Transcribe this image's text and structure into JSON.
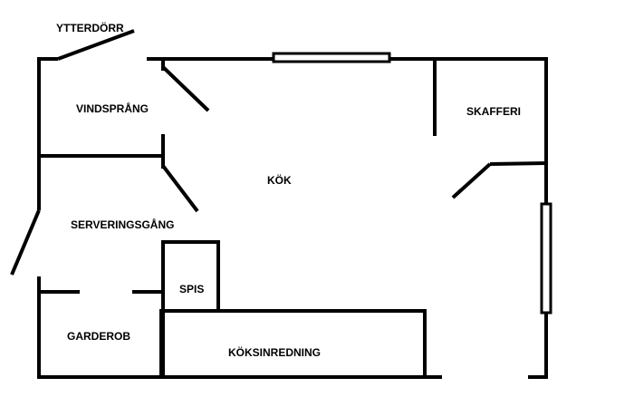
{
  "floorplan": {
    "rooms": {
      "ytterdorr": "YTTERDÖRR",
      "vindsprang": "VINDSPRÅNG",
      "kok": "KÖK",
      "skafferi": "SKAFFERI",
      "serveringsgang": "SERVERINGSGÅNG",
      "spis": "SPIS",
      "garderob": "GARDEROB",
      "koksinredning": "KÖKSINREDNING"
    },
    "line_color": "#000000",
    "background": "#ffffff"
  }
}
